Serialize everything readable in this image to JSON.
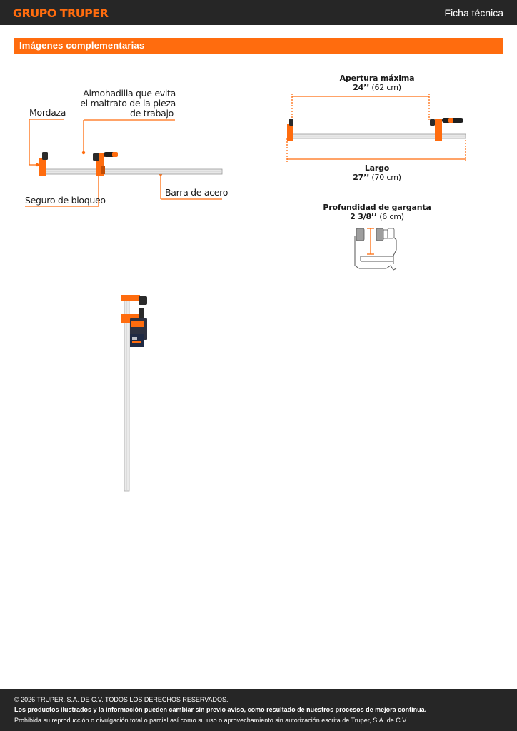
{
  "header": {
    "brand": "GRUPO TRUPER",
    "doc_type": "Ficha técnica"
  },
  "section": {
    "title": "Imágenes complementarias"
  },
  "callouts": {
    "mordaza": "Mordaza",
    "almohadilla_line1": "Almohadilla que evita",
    "almohadilla_line2": "el maltrato de la pieza",
    "almohadilla_line3": "de trabajo",
    "seguro": "Seguro de bloqueo",
    "barra": "Barra de acero"
  },
  "dimensions": {
    "apertura_label": "Apertura máxima",
    "apertura_value": "24’’",
    "apertura_metric": "(62 cm)",
    "largo_label": "Largo",
    "largo_value": "27’’",
    "largo_metric": "(70 cm)",
    "garganta_label": "Profundidad de garganta",
    "garganta_value": "2 3/8’’",
    "garganta_metric": "(6 cm)"
  },
  "footer": {
    "copyright": "© 2026 TRUPER, S.A. DE C.V. TODOS LOS DERECHOS RESERVADOS.",
    "notice": "Los productos ilustrados y la información pueden cambiar sin previo aviso, como resultado de nuestros procesos de mejora continua.",
    "prohibition": "Prohibida su reproducción o divulgación total o parcial así como su uso o aprovechamiento sin autorización escrita de Truper, S.A. de C.V."
  },
  "colors": {
    "brand_orange": "#ff6c0e",
    "header_bg": "#262626"
  }
}
